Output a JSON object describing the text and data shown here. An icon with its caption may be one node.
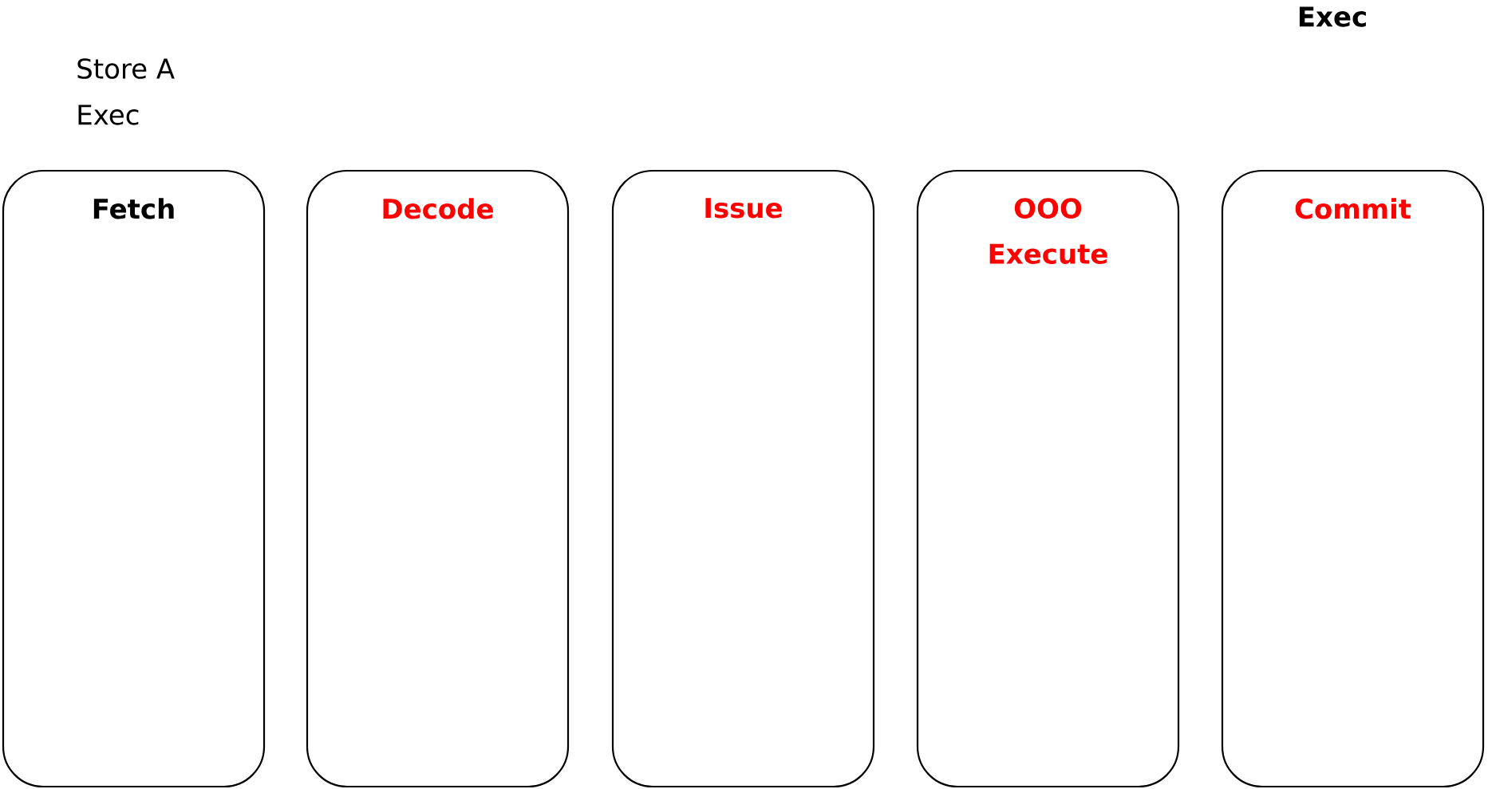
{
  "diagram": {
    "nodes": [
      {
        "text": [
          "Fetch"
        ]
      },
      {
        "text": [
          "Decode"
        ]
      },
      {
        "text": [
          "Issue"
        ]
      },
      {
        "text": [
          "OOO Execute"
        ]
      },
      {
        "text": [
          "Commit"
        ]
      }
    ],
    "labels": [
      "Exec",
      "Store A",
      "Exec"
    ]
  }
}
